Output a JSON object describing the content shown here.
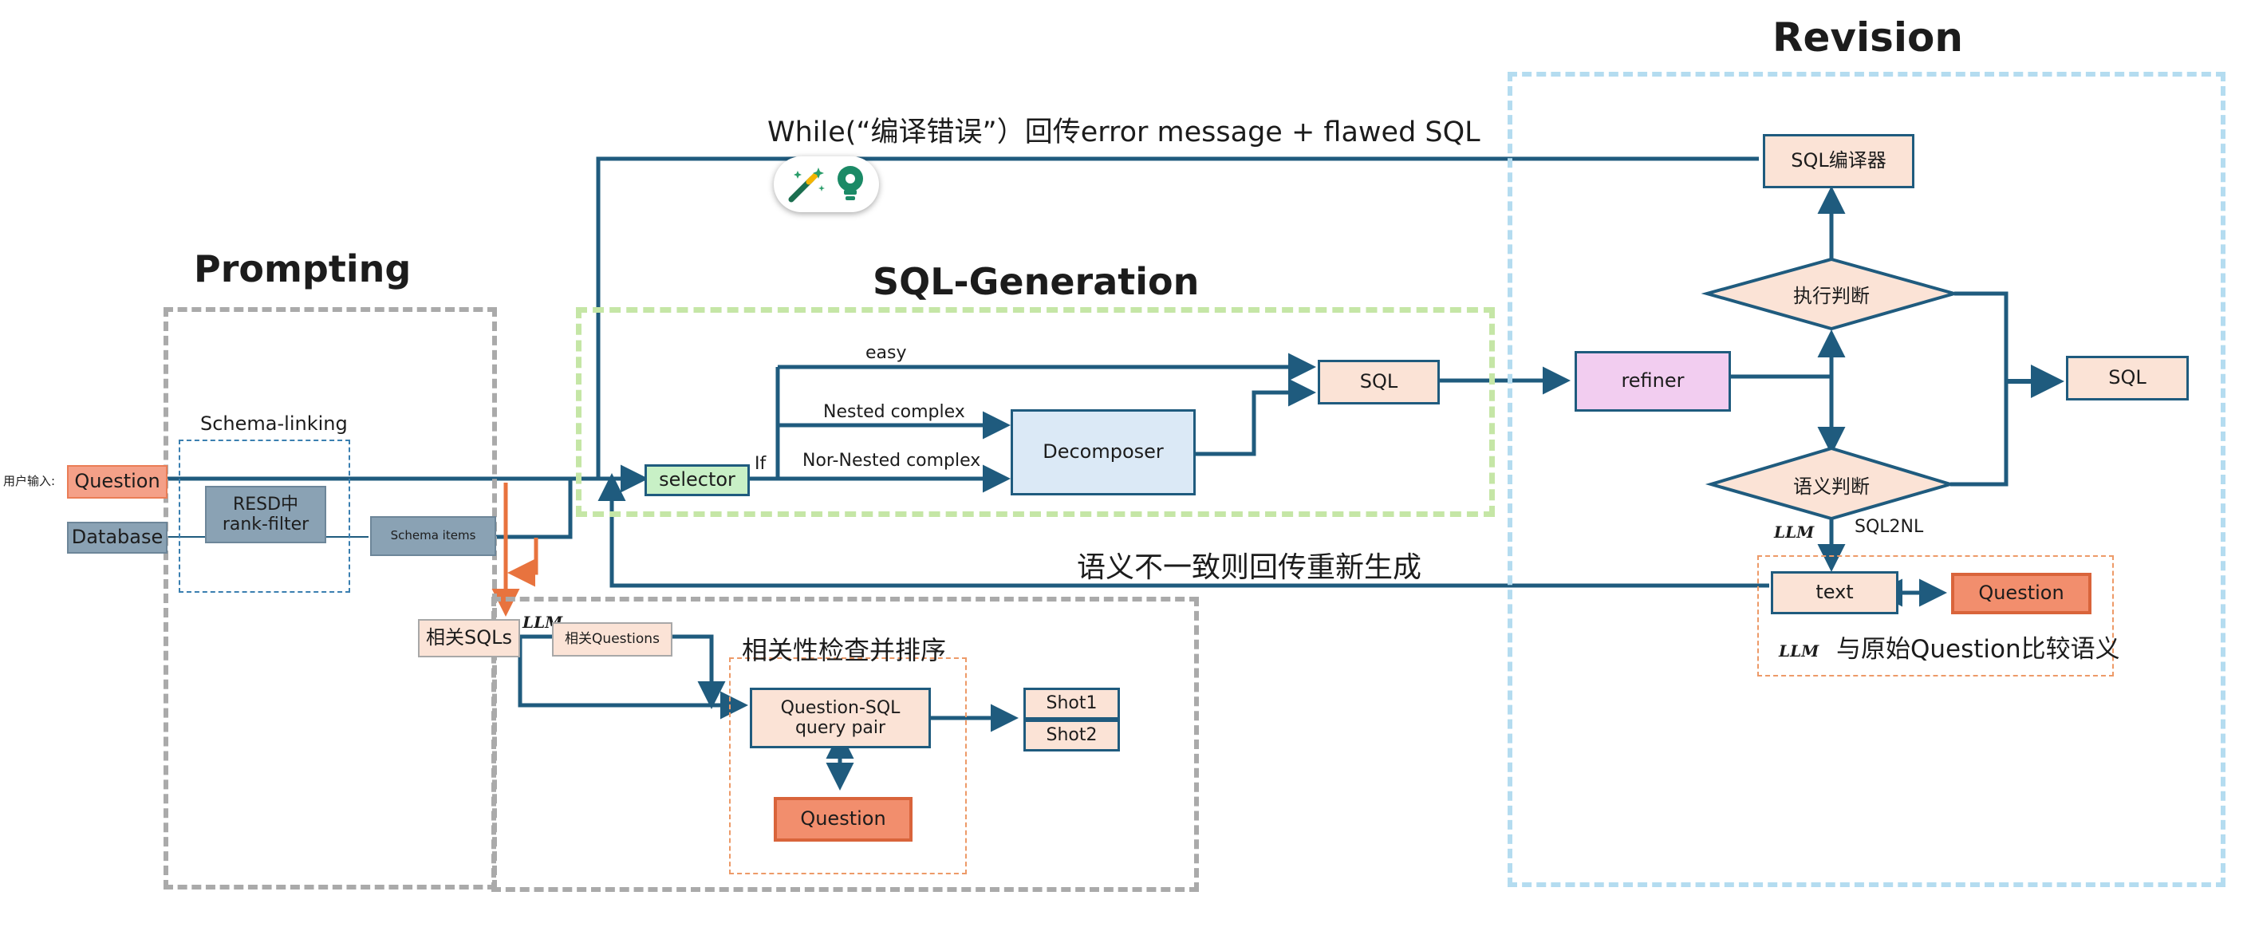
{
  "sections": {
    "revision": "Revision",
    "prompting": "Prompting",
    "sql_generation": "SQL-Generation"
  },
  "top_feedback": "While(“编译错误”）回传error message + flawed SQL",
  "prompting": {
    "user_input_label": "用户输入:",
    "question": "Question",
    "database": "Database",
    "schema_linking": "Schema-linking",
    "resd_filter": "RESD中 rank-filter",
    "schema_items": "Schema items",
    "related_sqls": "相关SQLs",
    "related_questions": "相关Questions",
    "llm": "LLM",
    "relevance_check": "相关性检查并排序",
    "qs_pair": "Question-SQL query pair",
    "question_inner": "Question",
    "shot1": "Shot1",
    "shot2": "Shot2"
  },
  "generation": {
    "selector": "selector",
    "if_label": "If",
    "easy": "easy",
    "nested": "Nested complex",
    "non_nested": "Nor-Nested complex",
    "decomposer": "Decomposer",
    "sql": "SQL"
  },
  "revision": {
    "refiner": "refiner",
    "compiler": "SQL编译器",
    "exec_judge": "执行判断",
    "semantic_judge": "语义判断",
    "sql_out": "SQL",
    "llm1": "LLM",
    "sql2nl": "SQL2NL",
    "text": "text",
    "question": "Question",
    "llm2": "LLM",
    "compare": "与原始Question比较语义"
  },
  "regen_feedback": "语义不一致则回传重新生成",
  "colors": {
    "line": "#1f5b7e",
    "orange_line": "#e8733e",
    "gray_dash": "#aaaaaa",
    "green_dash": "#c5e6a6",
    "blue_dash": "#b4dcf0",
    "orange_dash": "#ed9a68"
  },
  "icons": [
    "magic-wand-icon",
    "lightbulb-icon"
  ]
}
